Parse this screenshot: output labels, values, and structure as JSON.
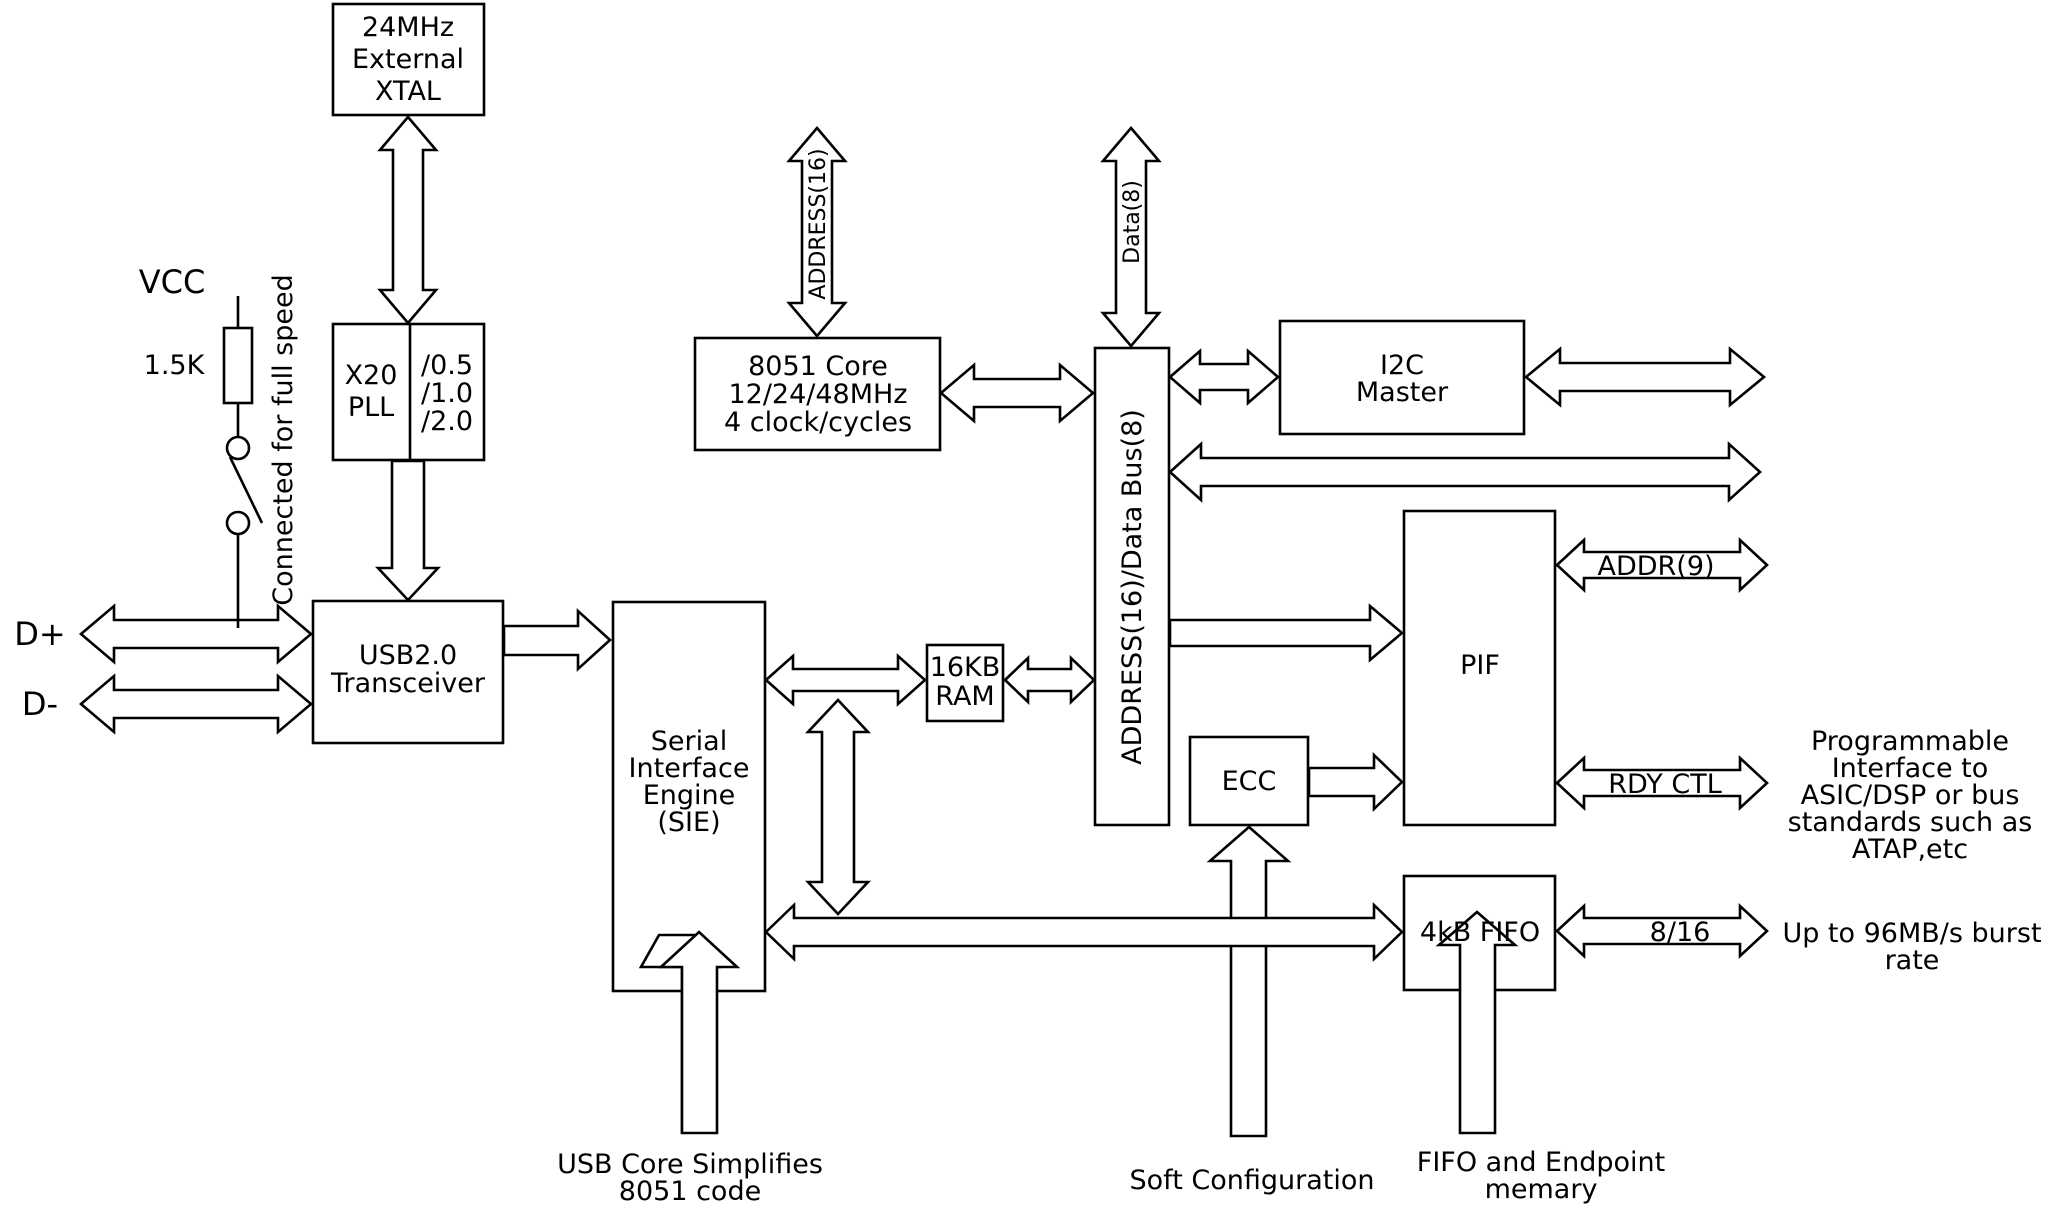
{
  "xtal": {
    "l1": "24MHz",
    "l2": "External",
    "l3": "XTAL"
  },
  "pll": {
    "l1": "X20",
    "l2": "PLL",
    "d1": "/0.5",
    "d2": "/1.0",
    "d3": "/2.0"
  },
  "vcc": {
    "label": "VCC",
    "resistor": "1.5K",
    "switch_note": "Connected for full speed"
  },
  "dplus": "D+",
  "dminus": "D-",
  "transceiver": {
    "l1": "USB2.0",
    "l2": "Transceiver"
  },
  "sie": {
    "l1": "Serial",
    "l2": "Interface",
    "l3": "Engine",
    "l4": "(SIE)"
  },
  "core": {
    "l1": "8051 Core",
    "l2": "12/24/48MHz",
    "l3": "4 clock/cycles"
  },
  "ram": {
    "l1": "16KB",
    "l2": "RAM"
  },
  "address_bus_top": "ADDRESS(16)",
  "data_bus_top": "Data(8)",
  "main_bus": "ADDRESS(16)/Data Bus(8)",
  "i2c": {
    "l1": "I2C",
    "l2": "Master"
  },
  "pif": "PIF",
  "ecc": "ECC",
  "fifo": "4kB FIFO",
  "addr9": "ADDR(9)",
  "rdyctl": "RDY CTL",
  "width816": "8/16",
  "prog_iface": {
    "l1": "Programmable",
    "l2": "Interface to",
    "l3": "ASIC/DSP or bus",
    "l4": "standards such as",
    "l5": "ATAP,etc"
  },
  "burst": {
    "l1": "Up to 96MB/s burst",
    "l2": "rate"
  },
  "usb_core_note": {
    "l1": "USB Core Simplifies",
    "l2": "8051 code"
  },
  "soft_config": "Soft Configuration",
  "fifo_note": {
    "l1": "FIFO and Endpoint",
    "l2": "memary"
  }
}
